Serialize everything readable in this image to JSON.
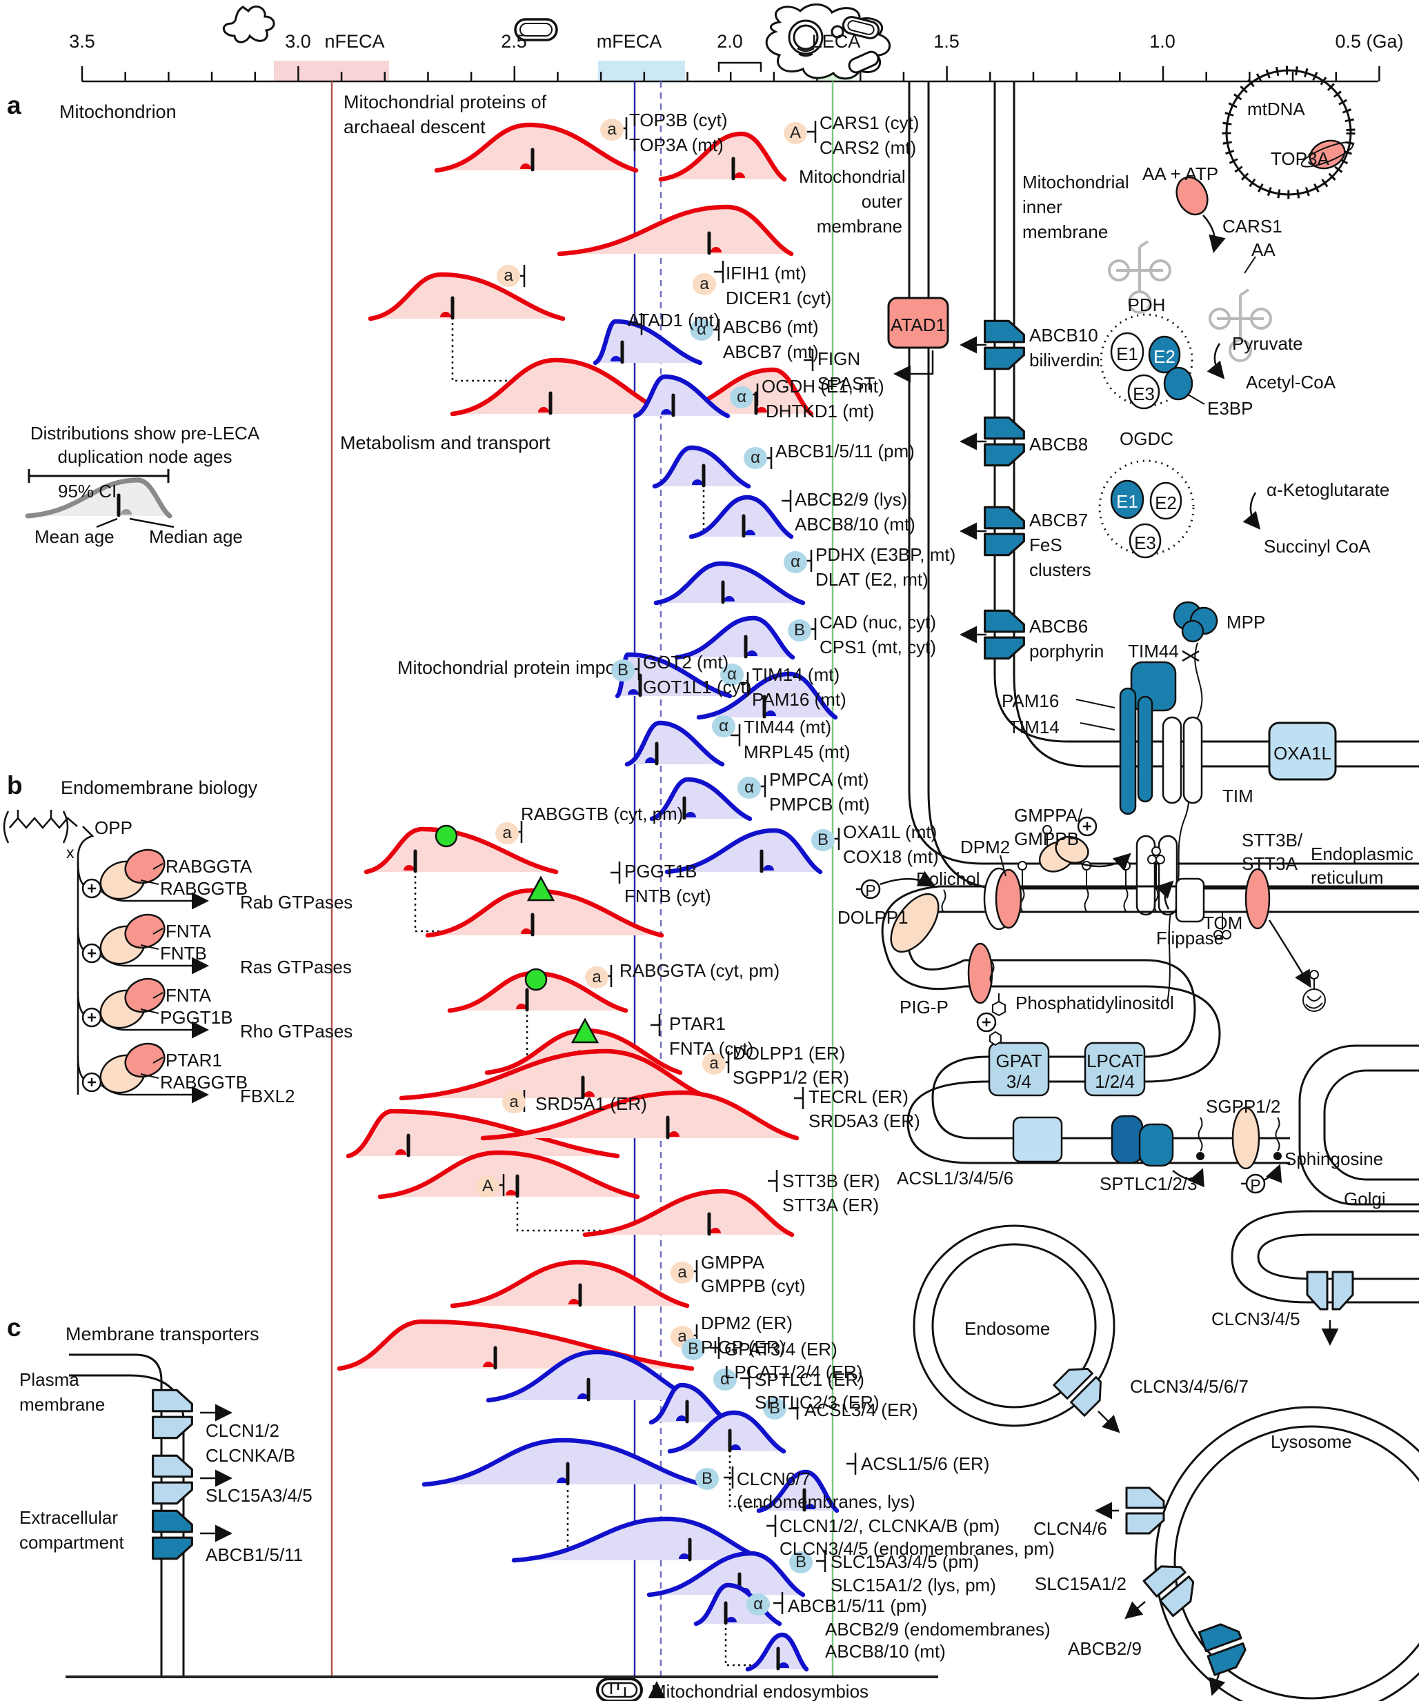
{
  "panel_letters": {
    "a": "a",
    "b": "b",
    "c": "c"
  },
  "timeline": {
    "t35": "3.5",
    "t30": "3.0",
    "t25": "2.5",
    "t20": "2.0",
    "t15": "1.5",
    "t10": "1.0",
    "t05": "0.5 (Ga)",
    "nfeca": "nFECA",
    "mfeca": "mFECA",
    "leca": "LECA",
    "endosymbiosis": "Mitochondrial endosymbios"
  },
  "sections": {
    "mitochondrion": "Mitochondrion",
    "arch1": "Mitochondrial proteins of",
    "arch2": "archaeal descent",
    "metabolism": "Metabolism and transport",
    "import": "Mitochondrial protein import",
    "endomembrane": "Endomembrane biology",
    "transporters": "Membrane transporters"
  },
  "legend": {
    "l1": "Distributions show pre-LECA",
    "l2": "duplication node ages",
    "ci": "95% CI",
    "mean": "Mean age",
    "median": "Median age"
  },
  "extra_badge": "a",
  "dist": [
    {
      "b": "a",
      "l1": "TOP3B (cyt)",
      "l2": "TOP3A (mt)"
    },
    {
      "b": "A",
      "l1": "CARS1 (cyt)",
      "l2": "CARS2 (mt)"
    },
    {
      "b": "a",
      "l1": "IFIH1 (mt)",
      "l2": "DICER1 (cyt)"
    },
    {
      "b": "",
      "l1": "ATAD1 (mt)",
      "l2": ""
    },
    {
      "b": "",
      "l1": "FIGN",
      "l2": "SPAST"
    },
    {
      "b": "α",
      "l1": "ABCB6 (mt)",
      "l2": "ABCB7 (mt)"
    },
    {
      "b": "α",
      "l1": "OGDH (E1, mt)",
      "l2": "DHTKD1 (mt)"
    },
    {
      "b": "α",
      "l1": "ABCB1/5/11 (pm)",
      "l2": ""
    },
    {
      "b": "",
      "l1": "ABCB2/9 (lys)",
      "l2": "ABCB8/10 (mt)"
    },
    {
      "b": "α",
      "l1": "PDHX (E3BP, mt)",
      "l2": "DLAT (E2, mt)"
    },
    {
      "b": "B",
      "l1": "CAD (nuc, cyt)",
      "l2": "CPS1 (mt, cyt)"
    },
    {
      "b": "B",
      "l1": "GOT2 (mt)",
      "l2": "GOT1L1 (cyt)"
    },
    {
      "b": "α",
      "l1": "TIM14 (mt)",
      "l2": "PAM16 (mt)"
    },
    {
      "b": "α",
      "l1": "TIM44 (mt)",
      "l2": "MRPL45 (mt)"
    },
    {
      "b": "α",
      "l1": "PMPCA (mt)",
      "l2": "PMPCB (mt)"
    },
    {
      "b": "B",
      "l1": "OXA1L (mt)",
      "l2": "COX18 (mt)"
    },
    {
      "b": "a",
      "l1": "RABGGTB (cyt, pm)",
      "l2": ""
    },
    {
      "b": "",
      "l1": "PGGT1B",
      "l2": "FNTB (cyt)"
    },
    {
      "b": "a",
      "l1": "RABGGTA (cyt, pm)",
      "l2": ""
    },
    {
      "b": "",
      "l1": "PTAR1",
      "l2": "FNTA (cyt)"
    },
    {
      "b": "a",
      "l1": "DOLPP1 (ER)",
      "l2": "SGPP1/2 (ER)"
    },
    {
      "b": "a",
      "l1": "SRD5A1 (ER)",
      "l2": ""
    },
    {
      "b": "",
      "l1": "TECRL (ER)",
      "l2": "SRD5A3 (ER)"
    },
    {
      "b": "A",
      "l1": "STT3B (ER)",
      "l2": "STT3A (ER)"
    },
    {
      "b": "a",
      "l1": "GMPPA",
      "l2": "GMPPB (cyt)"
    },
    {
      "b": "a",
      "l1": "DPM2 (ER)",
      "l2": "PIGP (ER)"
    },
    {
      "b": "B",
      "l1": "GPAT3/4 (ER)",
      "l2": "LPCAT1/2/4 (ER)"
    },
    {
      "b": "α",
      "l1": "SPTLC1 (ER)",
      "l2": "SPTLC2/3 (ER)"
    },
    {
      "b": "B",
      "l1": "ACSL3/4 (ER)",
      "l2": ""
    },
    {
      "b": "",
      "l1": "ACSL1/5/6 (ER)",
      "l2": ""
    },
    {
      "b": "B",
      "l1": "CLCN6/7",
      "l2": "(endomembranes, lys)"
    },
    {
      "b": "",
      "l1": "CLCN1/2/, CLCNKA/B (pm)",
      "l2": "CLCN3/4/5 (endomembranes, pm)"
    },
    {
      "b": "B",
      "l1": "SLC15A3/4/5 (pm)",
      "l2": "SLC15A1/2 (lys, pm)"
    },
    {
      "b": "α",
      "l1": "ABCB1/5/11 (pm)",
      "l2": ""
    },
    {
      "b": "",
      "l1": "ABCB2/9 (endomembranes)",
      "l2": "ABCB8/10 (mt)"
    }
  ],
  "diagram_a": {
    "outer1": "Mitochondrial",
    "outer2": "outer",
    "outer3": "membrane",
    "inner1": "Mitochondrial",
    "inner2": "inner",
    "inner3": "membrane",
    "atad1": "ATAD1",
    "abcb10": "ABCB10",
    "biliverdin": "biliverdin",
    "abcb8": "ABCB8",
    "abcb7": "ABCB7",
    "fes1": "FeS",
    "fes2": "clusters",
    "abcb6": "ABCB6",
    "porphyrin": "porphyrin",
    "mtdna": "mtDNA",
    "top3a": "TOP3A",
    "aa_atp": "AA + ATP",
    "cars1": "CARS1",
    "aa": "AA",
    "pdh": "PDH",
    "e1": "E1",
    "e2": "E2",
    "e3": "E3",
    "e3bp": "E3BP",
    "pyruvate": "Pyruvate",
    "acetylcoa": "Acetyl-CoA",
    "ogdc": "OGDC",
    "akg": "α-Ketoglutarate",
    "succinyl": "Succinyl CoA",
    "mpp": "MPP",
    "tim44": "TIM44",
    "pam16": "PAM16",
    "tim14": "TIM14",
    "tim": "TIM",
    "oxa1l": "OXA1L",
    "tom": "TOM"
  },
  "diagram_b": {
    "opp": "OPP",
    "x": "x",
    "p": "P",
    "pairs": [
      {
        "p1": "RABGGTA",
        "p2": "RABGGTB",
        "target": "Rab GTPases"
      },
      {
        "p1": "FNTA",
        "p2": "FNTB",
        "target": "Ras GTPases"
      },
      {
        "p1": "FNTA",
        "p2": "PGGT1B",
        "target": "Rho GTPases"
      },
      {
        "p1": "PTAR1",
        "p2": "RABGGTB",
        "target": "FBXL2"
      }
    ],
    "gmppa": "GMPPA/",
    "gmppb": "GMPPB",
    "dpm2": "DPM2",
    "dolichol": "Dolichol",
    "dolpp1": "DOLPP1",
    "pigp": "PIG-P",
    "ptdins": "Phosphatidylinositol",
    "flippase": "Flippase",
    "stt3b": "STT3B/",
    "stt3a": "STT3A",
    "er1": "Endoplasmic",
    "er2": "reticulum",
    "gpat1": "GPAT",
    "gpat2": "3/4",
    "lpcat1": "LPCAT",
    "lpcat2": "1/2/4",
    "acsl": "ACSL1/3/4/5/6",
    "sptlc": "SPTLC1/2/3",
    "sgpp": "SGPP1/2",
    "sphingosine": "Sphingosine",
    "golgi": "Golgi"
  },
  "diagram_c": {
    "plasma1": "Plasma",
    "plasma2": "membrane",
    "extra1": "Extracellular",
    "extra2": "compartment",
    "clcn12": "CLCN1/2",
    "clcnkab": "CLCNKA/B",
    "slc15a345": "SLC15A3/4/5",
    "abcb1511": "ABCB1/5/11",
    "endosome": "Endosome",
    "clcn34567": "CLCN3/4/5/6/7",
    "clcn345": "CLCN3/4/5",
    "lysosome": "Lysosome",
    "clcn46": "CLCN4/6",
    "slc15a12": "SLC15A1/2",
    "abcb29": "ABCB2/9"
  }
}
